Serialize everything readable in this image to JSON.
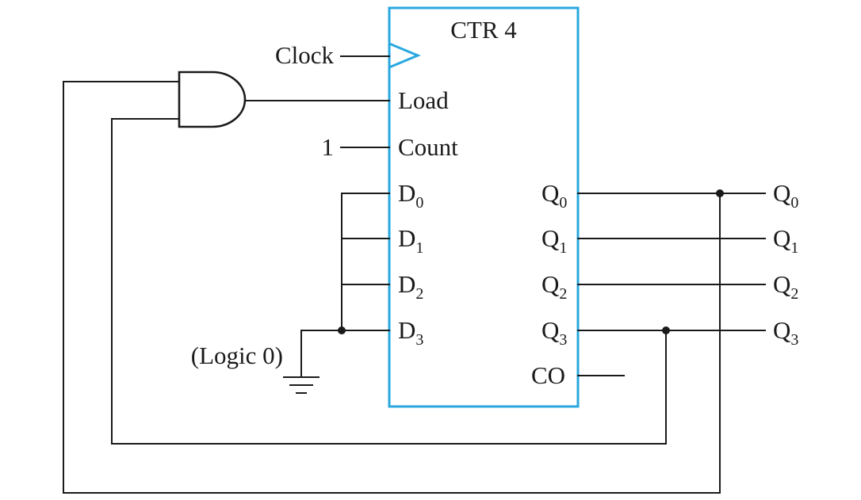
{
  "block": {
    "title": "CTR 4",
    "border_color": "#29a8df",
    "inputs": {
      "load": "Load",
      "count": "Count",
      "d_letter": "D",
      "d_subscripts": [
        "0",
        "1",
        "2",
        "3"
      ]
    },
    "outputs": {
      "q_letter": "Q",
      "q_subscripts": [
        "0",
        "1",
        "2",
        "3"
      ],
      "co": "CO"
    }
  },
  "signals": {
    "clock": "Clock",
    "count_value": "1",
    "logic0": "(Logic 0)"
  },
  "external_outputs": {
    "q_letter": "Q",
    "q_subscripts": [
      "0",
      "1",
      "2",
      "3"
    ]
  },
  "gate": {
    "type": "AND"
  }
}
